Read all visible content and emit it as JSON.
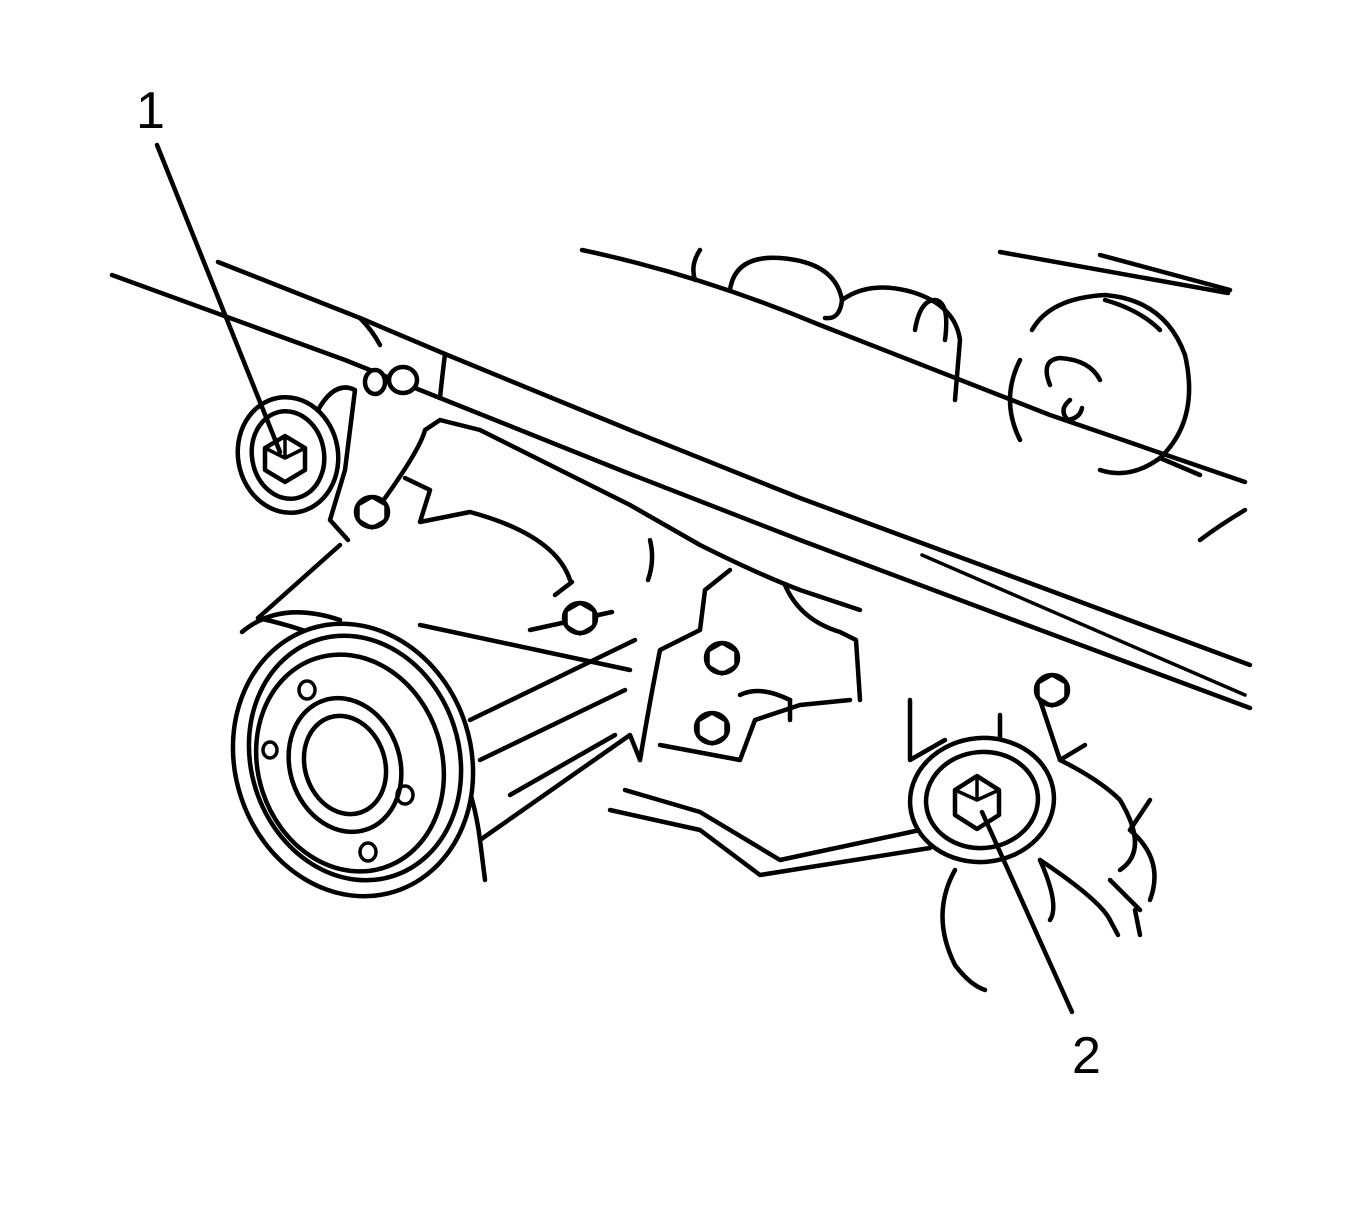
{
  "diagram": {
    "callouts": [
      {
        "label": "1",
        "part": "bolt-left"
      },
      {
        "label": "2",
        "part": "bolt-right"
      }
    ],
    "line_color": "#000000",
    "background": "#ffffff"
  }
}
